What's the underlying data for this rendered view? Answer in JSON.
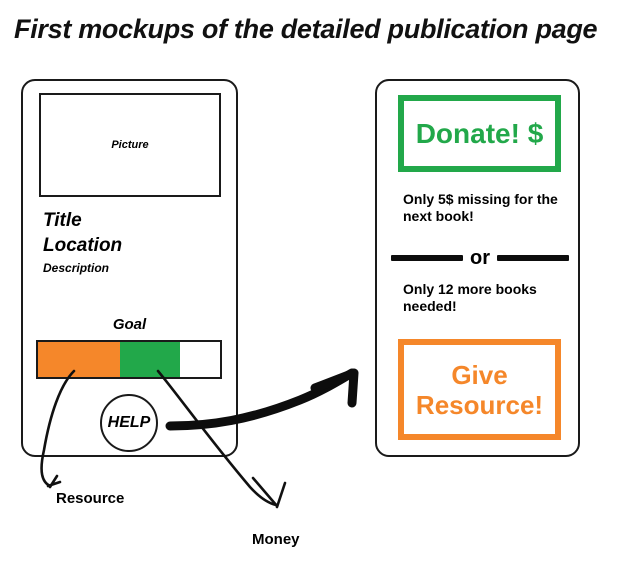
{
  "page_title": "First mockups of the detailed publication page",
  "colors": {
    "green": "#22a84a",
    "orange": "#f5872a",
    "outline": "#1a1a1a",
    "background": "#ffffff"
  },
  "left_panel": {
    "picture_placeholder": "Picture",
    "title": "Title",
    "location": "Location",
    "description": "Description",
    "goal_label": "Goal",
    "progress": {
      "segments": [
        {
          "name": "resource",
          "color": "#f5872a",
          "percent": 45
        },
        {
          "name": "money",
          "color": "#22a84a",
          "percent": 33
        },
        {
          "name": "remaining",
          "color": "#ffffff",
          "percent": 22
        }
      ]
    },
    "help_button": "HELP"
  },
  "right_panel": {
    "donate_button": "Donate! $",
    "donate_note": "Only 5$ missing for the next book!",
    "divider_text": "or",
    "resource_note": "Only 12 more books needed!",
    "give_resource_button": "Give Resource!"
  },
  "annotations": {
    "resource_label": "Resource",
    "money_label": "Money"
  }
}
